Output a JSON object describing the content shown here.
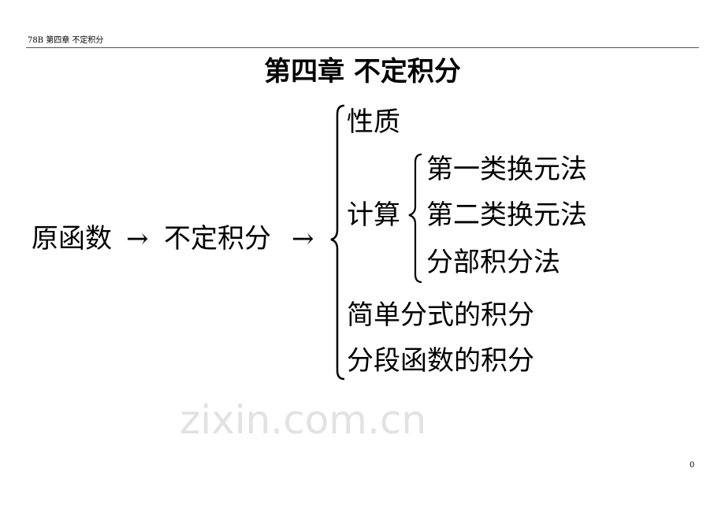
{
  "header": {
    "running_title": "78B 第四章  不定积分"
  },
  "title": "第四章    不定积分",
  "chain": {
    "item1": "原函数",
    "arrow1": "→",
    "item2": "不定积分",
    "arrow2": "→"
  },
  "branches": {
    "properties": "性质",
    "computation": {
      "label": "计算",
      "methods": [
        "第一类换元法",
        "第二类换元法",
        "分部积分法"
      ]
    },
    "simple_fractions": "简单分式的积分",
    "piecewise": "分段函数的积分"
  },
  "watermark": "zixin.com.cn",
  "page_number": "0"
}
